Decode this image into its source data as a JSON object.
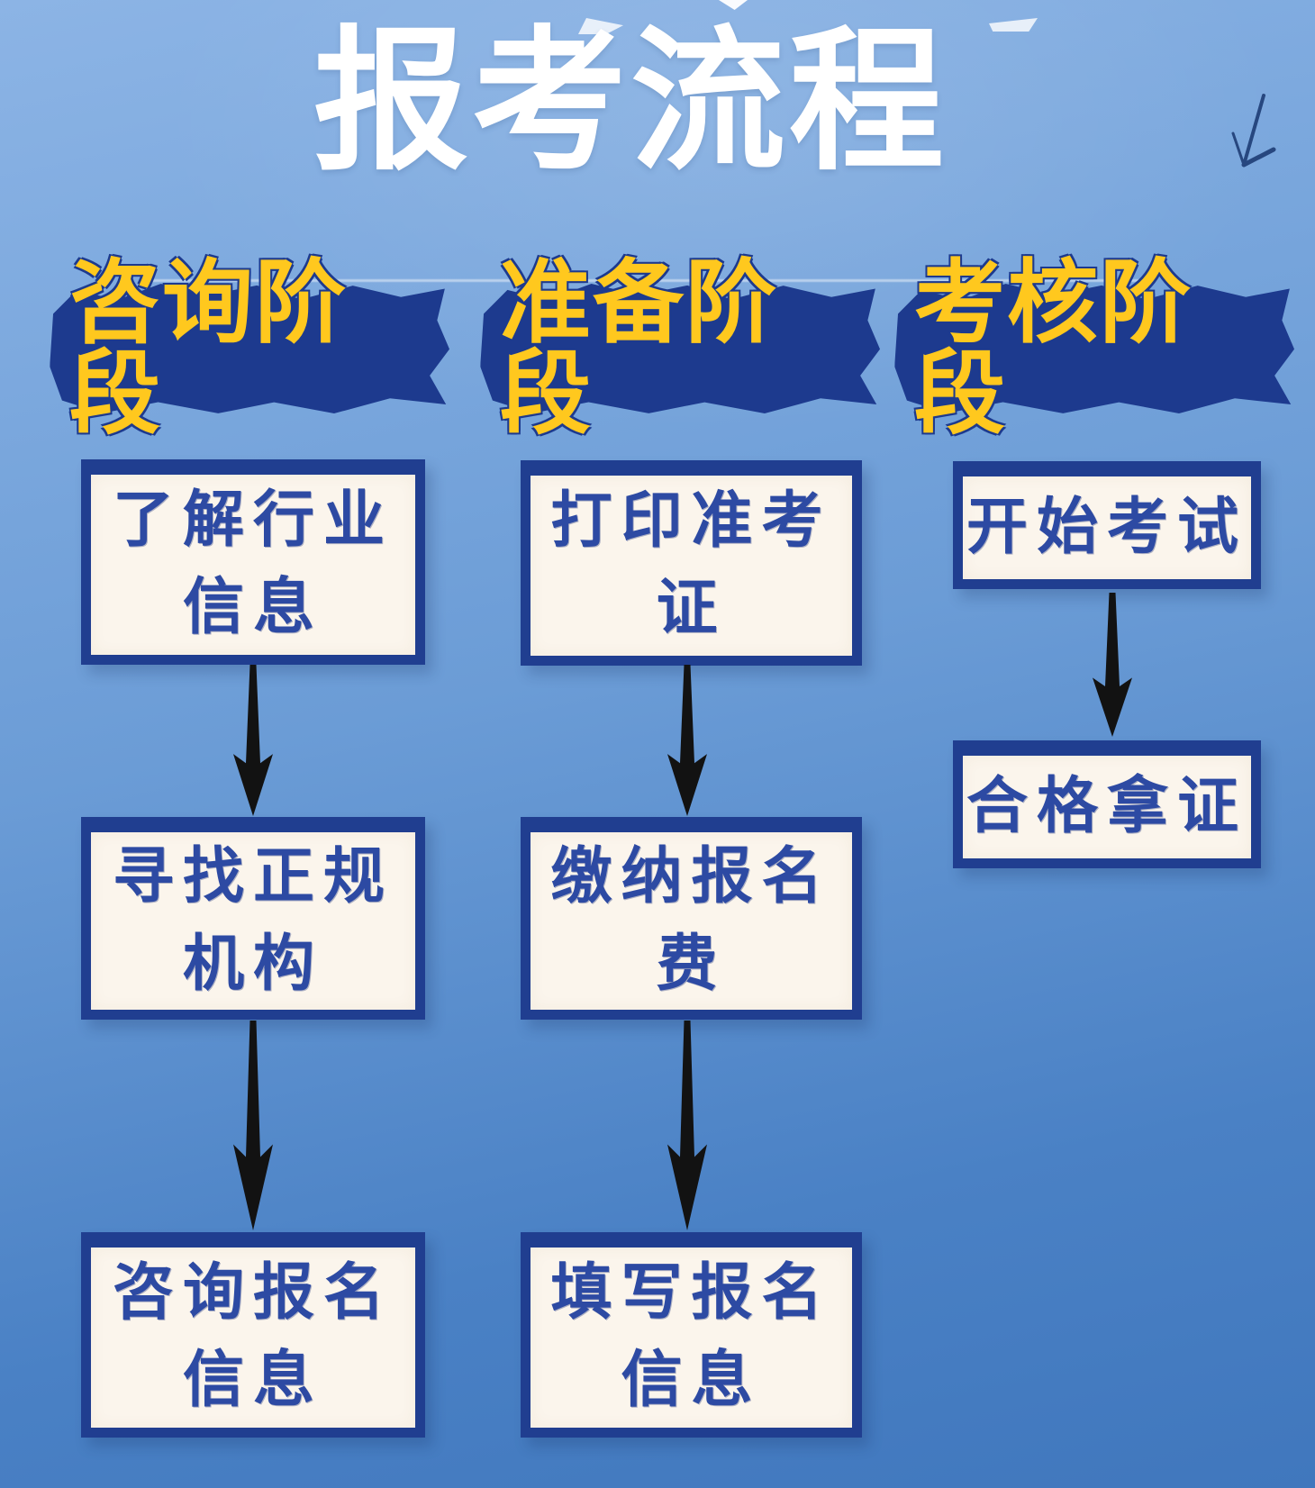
{
  "title": "报考流程",
  "stages": [
    {
      "header": "咨询阶段",
      "steps": [
        "了解行业\n信息",
        "寻找正规\n机构",
        "咨询报名\n信息"
      ]
    },
    {
      "header": "准备阶段",
      "steps": [
        "打印准考\n证",
        "缴纳报名\n费",
        "填写报名\n信息"
      ]
    },
    {
      "header": "考核阶段",
      "steps": [
        "开始考试",
        "合格拿证"
      ]
    }
  ],
  "icons": {
    "flow_arrow": "down-arrow",
    "scribble": "hand-drawn-arrow"
  },
  "colors": {
    "bg_top": "#8cb4e5",
    "bg_bottom": "#4077bd",
    "box_fill": "#fbf5ec",
    "box_border": "#203e90",
    "box_text": "#2d4aa3",
    "header_fill": "#ffc81e",
    "header_outline": "#1d3a8e",
    "title_color": "#ffffff",
    "arrow_color": "#121212"
  }
}
